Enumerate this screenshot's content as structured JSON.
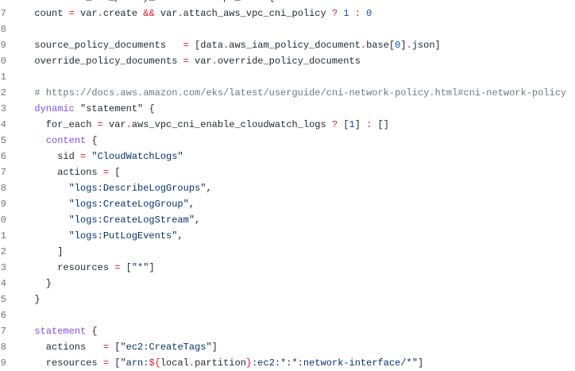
{
  "editor": {
    "lines": [
      {
        "num": "",
        "tokens": [
          {
            "t": "  ",
            "c": "pl"
          },
          {
            "t": "data",
            "c": "kw"
          },
          {
            "t": " \"aws_iam_policy_document\" \"vpc_cni\" {",
            "c": "pl"
          }
        ]
      },
      {
        "num": "7",
        "tokens": [
          {
            "t": "  count ",
            "c": "pl"
          },
          {
            "t": "=",
            "c": "op"
          },
          {
            "t": " var",
            "c": "pl"
          },
          {
            "t": ".",
            "c": "op"
          },
          {
            "t": "create ",
            "c": "pl"
          },
          {
            "t": "&&",
            "c": "op"
          },
          {
            "t": " var",
            "c": "pl"
          },
          {
            "t": ".",
            "c": "op"
          },
          {
            "t": "attach_aws_vpc_cni_policy ",
            "c": "pl"
          },
          {
            "t": "?",
            "c": "op"
          },
          {
            "t": " ",
            "c": "pl"
          },
          {
            "t": "1",
            "c": "num"
          },
          {
            "t": " ",
            "c": "pl"
          },
          {
            "t": ":",
            "c": "op"
          },
          {
            "t": " ",
            "c": "pl"
          },
          {
            "t": "0",
            "c": "num"
          }
        ]
      },
      {
        "num": "8",
        "tokens": []
      },
      {
        "num": "9",
        "tokens": [
          {
            "t": "  source_policy_documents   ",
            "c": "pl"
          },
          {
            "t": "=",
            "c": "op"
          },
          {
            "t": " [data",
            "c": "pl"
          },
          {
            "t": ".",
            "c": "op"
          },
          {
            "t": "aws_iam_policy_document",
            "c": "pl"
          },
          {
            "t": ".",
            "c": "op"
          },
          {
            "t": "base[",
            "c": "pl"
          },
          {
            "t": "0",
            "c": "num"
          },
          {
            "t": "]",
            "c": "pl"
          },
          {
            "t": ".",
            "c": "op"
          },
          {
            "t": "json]",
            "c": "pl"
          }
        ]
      },
      {
        "num": "0",
        "tokens": [
          {
            "t": "  override_policy_documents ",
            "c": "pl"
          },
          {
            "t": "=",
            "c": "op"
          },
          {
            "t": " var",
            "c": "pl"
          },
          {
            "t": ".",
            "c": "op"
          },
          {
            "t": "override_policy_documents",
            "c": "pl"
          }
        ]
      },
      {
        "num": "1",
        "tokens": []
      },
      {
        "num": "2",
        "tokens": [
          {
            "t": "  ",
            "c": "pl"
          },
          {
            "t": "# https://docs.aws.amazon.com/eks/latest/userguide/cni-network-policy.html#cni-network-policy",
            "c": "com"
          }
        ]
      },
      {
        "num": "3",
        "tokens": [
          {
            "t": "  ",
            "c": "pl"
          },
          {
            "t": "dynamic",
            "c": "kw"
          },
          {
            "t": " \"statement\" {",
            "c": "pl"
          }
        ]
      },
      {
        "num": "4",
        "tokens": [
          {
            "t": "    for_each ",
            "c": "pl"
          },
          {
            "t": "=",
            "c": "op"
          },
          {
            "t": " var",
            "c": "pl"
          },
          {
            "t": ".",
            "c": "op"
          },
          {
            "t": "aws_vpc_cni_enable_cloudwatch_logs ",
            "c": "pl"
          },
          {
            "t": "?",
            "c": "op"
          },
          {
            "t": " [",
            "c": "pl"
          },
          {
            "t": "1",
            "c": "num"
          },
          {
            "t": "] ",
            "c": "pl"
          },
          {
            "t": ":",
            "c": "op"
          },
          {
            "t": " []",
            "c": "pl"
          }
        ]
      },
      {
        "num": "5",
        "tokens": [
          {
            "t": "    ",
            "c": "pl"
          },
          {
            "t": "content",
            "c": "kw"
          },
          {
            "t": " {",
            "c": "pl"
          }
        ]
      },
      {
        "num": "6",
        "tokens": [
          {
            "t": "      sid ",
            "c": "pl"
          },
          {
            "t": "=",
            "c": "op"
          },
          {
            "t": " ",
            "c": "pl"
          },
          {
            "t": "\"CloudWatchLogs\"",
            "c": "str"
          }
        ]
      },
      {
        "num": "7",
        "tokens": [
          {
            "t": "      actions ",
            "c": "pl"
          },
          {
            "t": "=",
            "c": "op"
          },
          {
            "t": " [",
            "c": "pl"
          }
        ]
      },
      {
        "num": "8",
        "tokens": [
          {
            "t": "        ",
            "c": "pl"
          },
          {
            "t": "\"logs:DescribeLogGroups\"",
            "c": "str"
          },
          {
            "t": ",",
            "c": "pl"
          }
        ]
      },
      {
        "num": "9",
        "tokens": [
          {
            "t": "        ",
            "c": "pl"
          },
          {
            "t": "\"logs:CreateLogGroup\"",
            "c": "str"
          },
          {
            "t": ",",
            "c": "pl"
          }
        ]
      },
      {
        "num": "0",
        "tokens": [
          {
            "t": "        ",
            "c": "pl"
          },
          {
            "t": "\"logs:CreateLogStream\"",
            "c": "str"
          },
          {
            "t": ",",
            "c": "pl"
          }
        ]
      },
      {
        "num": "1",
        "tokens": [
          {
            "t": "        ",
            "c": "pl"
          },
          {
            "t": "\"logs:PutLogEvents\"",
            "c": "str"
          },
          {
            "t": ",",
            "c": "pl"
          }
        ]
      },
      {
        "num": "2",
        "tokens": [
          {
            "t": "      ]",
            "c": "pl"
          }
        ]
      },
      {
        "num": "3",
        "tokens": [
          {
            "t": "      resources ",
            "c": "pl"
          },
          {
            "t": "=",
            "c": "op"
          },
          {
            "t": " [",
            "c": "pl"
          },
          {
            "t": "\"*\"",
            "c": "str"
          },
          {
            "t": "]",
            "c": "pl"
          }
        ]
      },
      {
        "num": "4",
        "tokens": [
          {
            "t": "    }",
            "c": "pl"
          }
        ]
      },
      {
        "num": "5",
        "tokens": [
          {
            "t": "  }",
            "c": "pl"
          }
        ]
      },
      {
        "num": "6",
        "tokens": []
      },
      {
        "num": "7",
        "tokens": [
          {
            "t": "  ",
            "c": "pl"
          },
          {
            "t": "statement",
            "c": "kw"
          },
          {
            "t": " {",
            "c": "pl"
          }
        ]
      },
      {
        "num": "8",
        "tokens": [
          {
            "t": "    actions   ",
            "c": "pl"
          },
          {
            "t": "=",
            "c": "op"
          },
          {
            "t": " [",
            "c": "pl"
          },
          {
            "t": "\"ec2:CreateTags\"",
            "c": "str"
          },
          {
            "t": "]",
            "c": "pl"
          }
        ]
      },
      {
        "num": "9",
        "tokens": [
          {
            "t": "    resources ",
            "c": "pl"
          },
          {
            "t": "=",
            "c": "op"
          },
          {
            "t": " [",
            "c": "pl"
          },
          {
            "t": "\"arn:",
            "c": "str"
          },
          {
            "t": "${",
            "c": "op"
          },
          {
            "t": "local",
            "c": "pl"
          },
          {
            "t": ".",
            "c": "op"
          },
          {
            "t": "partition",
            "c": "pl"
          },
          {
            "t": "}",
            "c": "op"
          },
          {
            "t": ":ec2:*:*:network-interface/*\"",
            "c": "str"
          },
          {
            "t": "]",
            "c": "pl"
          }
        ]
      }
    ]
  },
  "colors": {
    "keyword": "#8250df",
    "operator": "#cf222e",
    "string": "#0a3069",
    "number": "#0550ae",
    "comment": "#6e7781",
    "plain": "#24292f",
    "line_number": "#6e7781",
    "background": "#ffffff"
  }
}
